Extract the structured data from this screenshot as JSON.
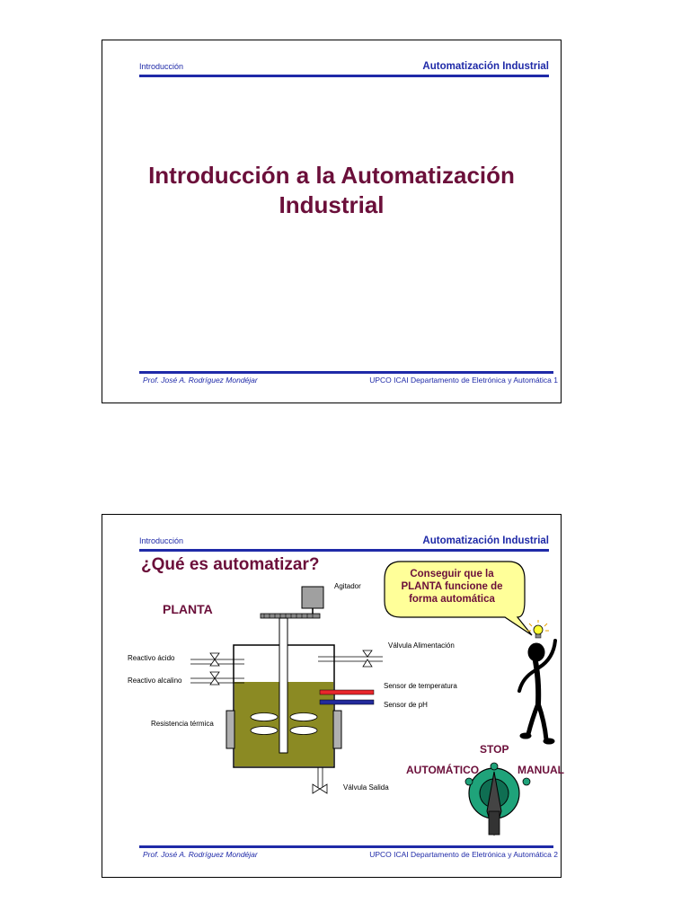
{
  "slide1": {
    "header_left": "Introducción",
    "header_right": "Automatización Industrial",
    "title_line1": "Introducción a la Automatización",
    "title_line2": "Industrial",
    "footer_left": "Prof. José A. Rodríguez Mondéjar",
    "footer_right": "UPCO ICAI Departamento de Eletrónica y Automática 1"
  },
  "slide2": {
    "header_left": "Introducción",
    "header_right": "Automatización Industrial",
    "title": "¿Qué es automatizar?",
    "planta": "PLANTA",
    "labels": {
      "agitador": "Agitador",
      "valvula_alimentacion": "Válvula Alimentación",
      "reactivo_acido": "Reactivo ácido",
      "reactivo_alcalino": "Reactivo alcalino",
      "sensor_temperatura": "Sensor de temperatura",
      "sensor_ph": "Sensor de pH",
      "resistencia_termica": "Resistencia térmica",
      "valvula_salida": "Válvula Salida"
    },
    "bubble": {
      "line1": "Conseguir que la",
      "line2": "PLANTA funcione de",
      "line3": "forma automática"
    },
    "switch": {
      "stop": "STOP",
      "automatico": "AUTOMÁTICO",
      "manual": "MANUAL"
    },
    "footer_left": "Prof. José A. Rodríguez Mondéjar",
    "footer_right": "UPCO ICAI Departamento de Eletrónica y Automática 2"
  },
  "colors": {
    "header_blue": "#1f2aa8",
    "title_maroon": "#6b0f3a",
    "tank_liquid": "#8b8a23",
    "bubble_yellow": "#ffff99",
    "switch_green": "#1fa37a"
  }
}
